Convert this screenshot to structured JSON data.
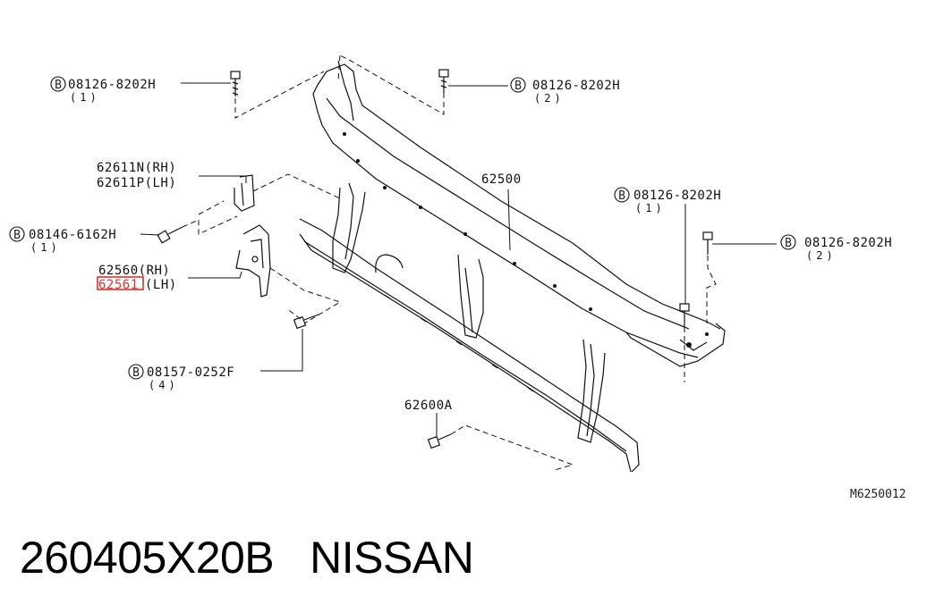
{
  "diagram": {
    "reference_code": "M6250012",
    "bolt_symbol": "B",
    "callouts": {
      "bolt_top_left": {
        "part": "08126-8202H",
        "qty": "(1)"
      },
      "bolt_top_center": {
        "part": "08126-8202H",
        "qty": "(2)"
      },
      "bracket_upper": {
        "rh": "62611N(RH)",
        "lh": "62611P(LH)"
      },
      "bolt_left": {
        "part": "08146-6162H",
        "qty": "(1)"
      },
      "bracket_lower": {
        "rh": "62560(RH)",
        "lh_highlighted": "62561",
        "lh_suffix": "(LH)"
      },
      "bolt_lower_left": {
        "part": "08157-0252F",
        "qty": "(4)"
      },
      "support_main": {
        "part": "62500"
      },
      "bolt_right_upper": {
        "part": "08126-8202H",
        "qty": "(1)"
      },
      "bolt_right": {
        "part": "08126-8202H",
        "qty": "(2)"
      },
      "bottom_part": {
        "part": "62600A"
      }
    },
    "highlight_color": "#e03030"
  },
  "footer": {
    "part_number": "260405X20B",
    "brand": "NISSAN"
  }
}
